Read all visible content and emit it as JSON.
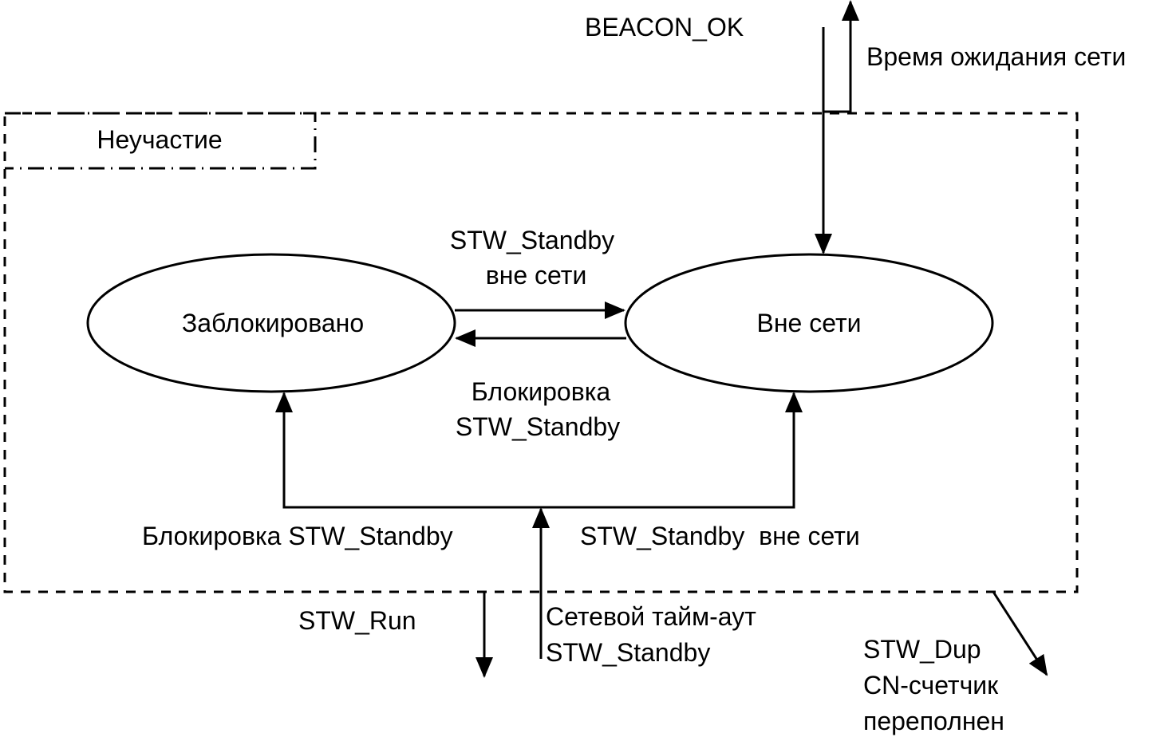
{
  "diagram": {
    "group_label": "Неучастие",
    "states": {
      "blocked": "Заблокировано",
      "offline": "Вне сети"
    },
    "transitions": {
      "beacon_ok": "BEACON_OK",
      "network_wait": "Время ожидания сети",
      "to_offline_top": [
        "STW_Standby",
        "вне сети"
      ],
      "to_blocked_mid": [
        "Блокировка",
        "STW_Standby"
      ],
      "bottom_left": "Блокировка STW_Standby",
      "bottom_right": "STW_Standby  вне сети",
      "stw_run": "STW_Run",
      "net_timeout": [
        "Сетевой тайм-аут",
        "STW_Standby"
      ],
      "stw_dup": [
        "STW_Dup",
        "CN-счетчик",
        "переполнен"
      ]
    },
    "colors": {
      "stroke": "#000000",
      "background": "#ffffff"
    }
  }
}
